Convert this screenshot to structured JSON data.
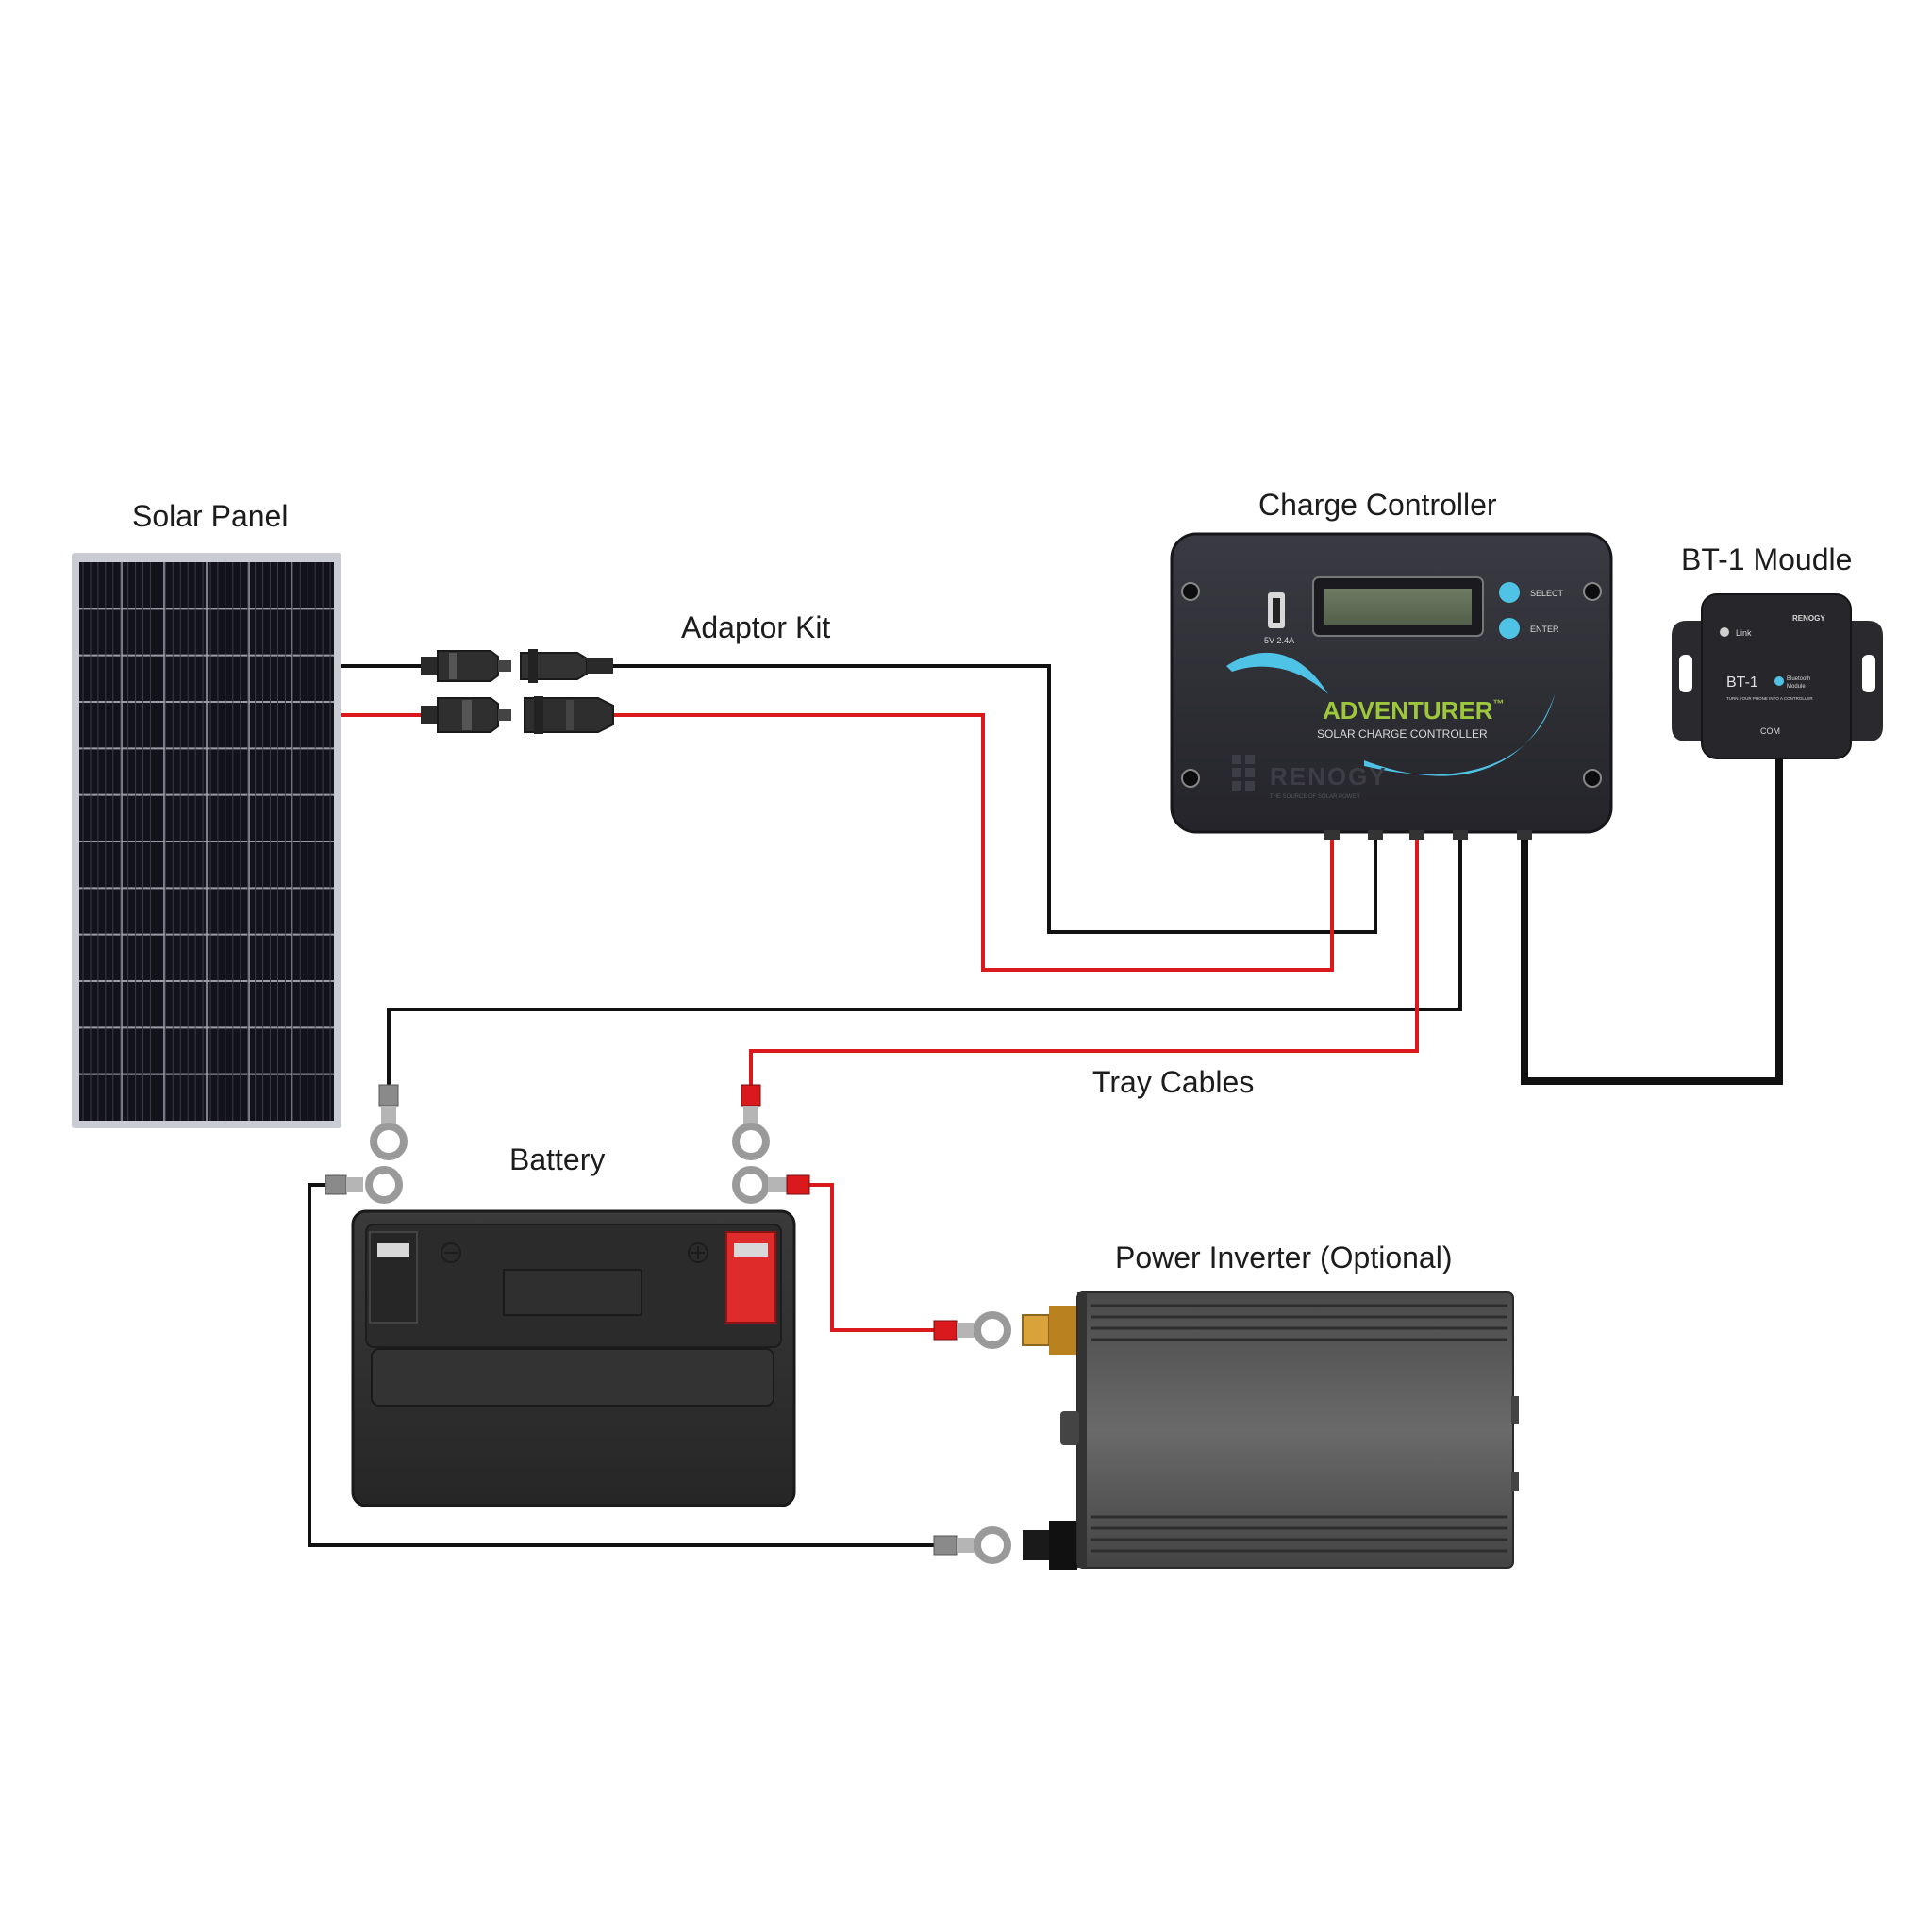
{
  "labels": {
    "solar_panel": "Solar Panel",
    "adaptor_kit": "Adaptor Kit",
    "charge_controller": "Charge Controller",
    "bt_module": "BT-1 Moudle",
    "tray_cables": "Tray Cables",
    "battery": "Battery",
    "power_inverter": "Power Inverter (Optional)"
  },
  "controller": {
    "usb_rating": "5V 2.4A",
    "select_label": "SELECT",
    "enter_label": "ENTER",
    "brand": "ADVENTURER",
    "trademark": "™",
    "subtitle": "SOLAR CHARGE CONTROLLER",
    "maker": "RENOGY",
    "tagline": "THE SOURCE OF SOLAR POWER"
  },
  "bt1": {
    "model": "BT-1",
    "link_label": "Link",
    "maker": "RENOGY",
    "subtitle_line1": "Bluetooth",
    "subtitle_line2": "Module",
    "fine_print": "TURN YOUR PHONE INTO A CONTROLLER",
    "port_label": "COM"
  },
  "colors": {
    "wire_red": "#d9191c",
    "wire_black": "#111111",
    "panel_cell": "#12131a",
    "panel_frame": "#c9ccd2",
    "controller_body": "#2c2c33",
    "accent_cyan": "#4fc3e6",
    "brand_green": "#9ec83c",
    "battery_body": "#2f2f2f",
    "battery_red": "#e02b2b",
    "inverter_body": "#5f5f5f",
    "terminal_gold": "#d9a23b"
  }
}
